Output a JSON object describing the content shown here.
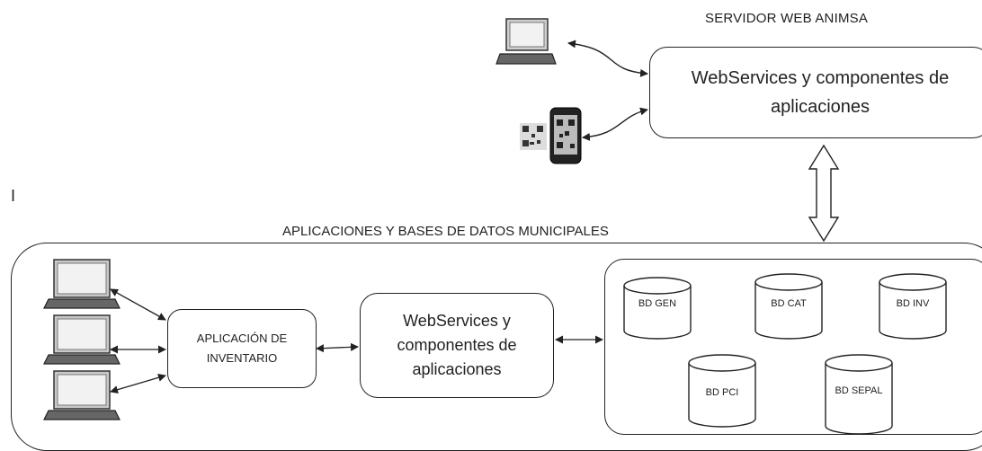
{
  "server": {
    "title": "SERVIDOR WEB ANIMSA",
    "box_label": "WebServices y componentes de aplicaciones"
  },
  "municipal": {
    "title": "APLICACIONES Y BASES DE DATOS MUNICIPALES",
    "inventory_app_label": "APLICACIÓN DE INVENTARIO",
    "webservices_label": "WebServices y componentes de aplicaciones",
    "databases": [
      "BD GEN",
      "BD CAT",
      "BD INV",
      "BD PCI",
      "BD SEPAL"
    ]
  },
  "stray_mark": "I"
}
